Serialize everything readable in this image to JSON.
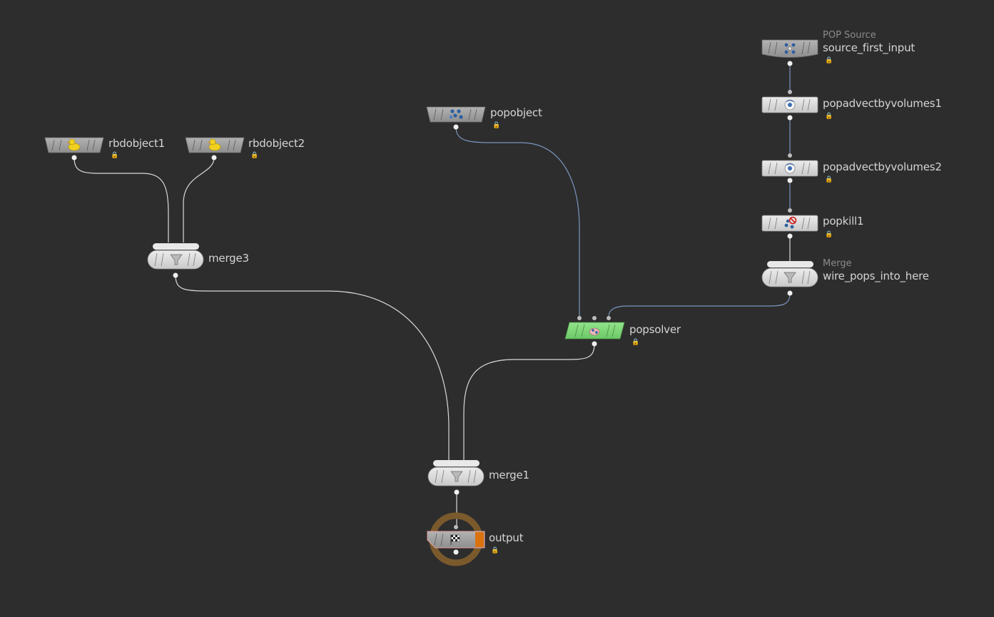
{
  "colors": {
    "background": "#2d2d2d",
    "wire_default": "#d9d9d9",
    "wire_pop": "#7a95bd",
    "node_gray": "#9e9e9e",
    "node_light": "#d7d7d7",
    "solver_green": "#7fd77a",
    "output_ring": "#7a5a2c",
    "output_flag": "#d9720f"
  },
  "nodes": {
    "rbdobject1": {
      "label": "rbdobject1",
      "icon": "rubber-duck-icon",
      "locked": true
    },
    "rbdobject2": {
      "label": "rbdobject2",
      "icon": "rubber-duck-icon",
      "locked": true
    },
    "merge3": {
      "label": "merge3",
      "icon": "funnel-icon"
    },
    "popobject": {
      "label": "popobject",
      "icon": "particles-icon",
      "locked": true
    },
    "source_first_input": {
      "label": "source_first_input",
      "type": "POP Source",
      "icon": "pop-source-icon",
      "locked": true
    },
    "popadvectbyvolumes1": {
      "label": "popadvectbyvolumes1",
      "icon": "advect-icon",
      "locked": true
    },
    "popadvectbyvolumes2": {
      "label": "popadvectbyvolumes2",
      "icon": "advect-icon",
      "locked": true
    },
    "popkill1": {
      "label": "popkill1",
      "icon": "kill-icon",
      "locked": true
    },
    "wire_pops_into_here": {
      "label": "wire_pops_into_here",
      "type": "Merge",
      "icon": "funnel-icon"
    },
    "popsolver": {
      "label": "popsolver",
      "icon": "solver-icon",
      "locked": true
    },
    "merge1": {
      "label": "merge1",
      "icon": "funnel-icon"
    },
    "output": {
      "label": "output",
      "icon": "checkered-flag-icon",
      "locked": true
    }
  },
  "lock_glyph": "🔒"
}
